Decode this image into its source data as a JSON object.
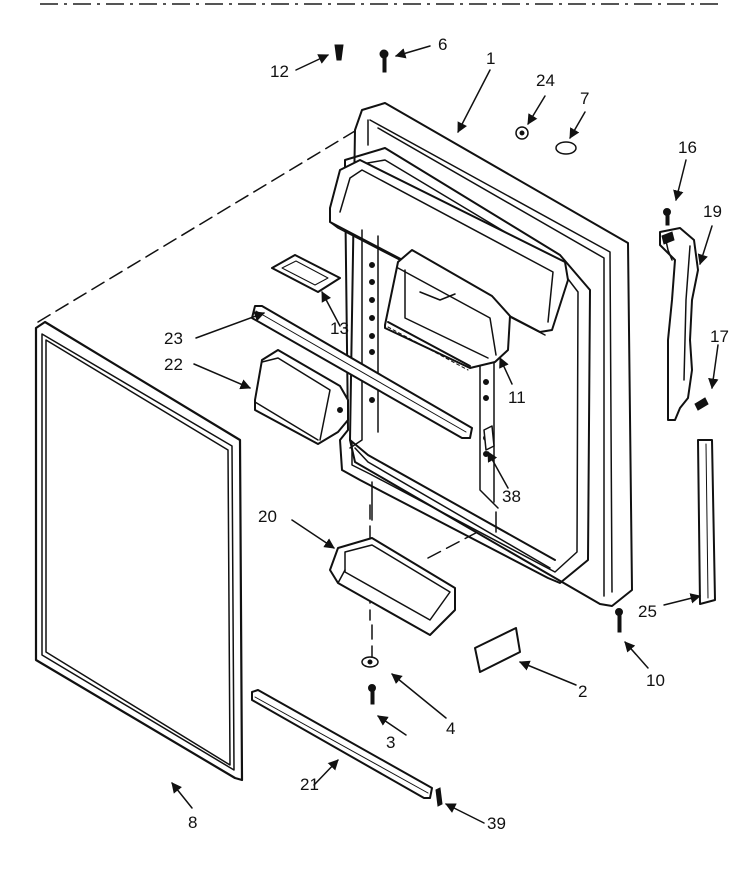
{
  "header_text": "",
  "callouts": {
    "c1": "1",
    "c2": "2",
    "c3": "3",
    "c4": "4",
    "c6": "6",
    "c7": "7",
    "c8": "8",
    "c10": "10",
    "c11": "11",
    "c12": "12",
    "c13": "13",
    "c16": "16",
    "c17": "17",
    "c19": "19",
    "c20": "20",
    "c21": "21",
    "c22": "22",
    "c23": "23",
    "c24": "24",
    "c25": "25",
    "c38": "38",
    "c39": "39"
  }
}
